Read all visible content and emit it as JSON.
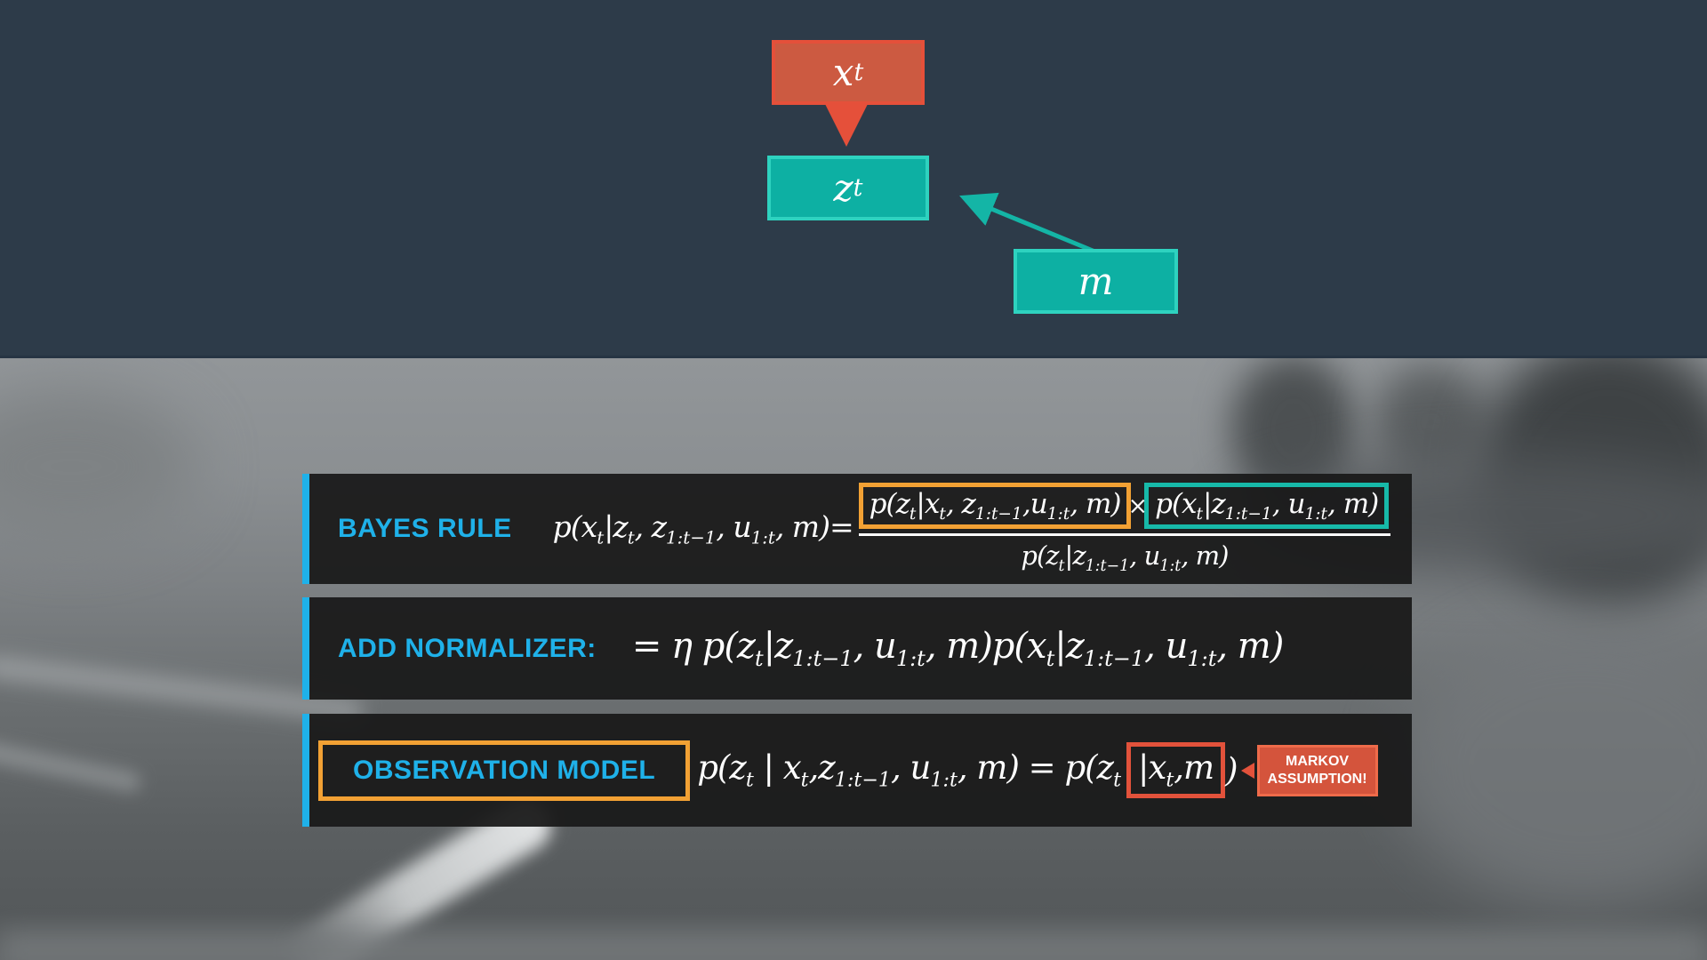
{
  "diagram": {
    "node_state": "x_t",
    "node_observation": "z_t",
    "node_map": "m",
    "node_state_color": "#CC5A41",
    "node_teal_color": "#0DB0A3",
    "arrow_red_color": "#E5503A",
    "arrow_teal_color": "#14B5A6"
  },
  "bayes_rule": {
    "label": "BAYES RULE",
    "lhs": "p(x_t|z_t, z_{1:t−1}, u_{1:t}, m)=",
    "numerator_left": "p(z_t|x_t, z_{1:t−1},u_{1:t}, m)",
    "times_symbol": "×",
    "numerator_right": "p(x_t|z_{1:t−1}, u_{1:t}, m)",
    "denominator": "p(z_t|z_{1:t−1}, u_{1:t}, m)"
  },
  "add_normalizer": {
    "label": "ADD NORMALIZER:",
    "formula": "= η p(z_t|z_{1:t−1}, u_{1:t}, m)p(x_t|z_{1:t−1}, u_{1:t}, m)"
  },
  "observation_model": {
    "label": "OBSERVATION MODEL",
    "formula_lead": "p(z_t | x_t,z_{1:t−1}, u_{1:t}, m) = p(z_t",
    "markov_term": "|x_t,m",
    "formula_close": ")",
    "badge_line1": "MARKOV",
    "badge_line2": "ASSUMPTION!"
  },
  "colors": {
    "accent_cyan": "#1FB1E9",
    "accent_orange": "#F2A134",
    "accent_teal": "#17B9A9",
    "accent_red": "#E2523B",
    "bar_background": "#1A1A1A",
    "top_band_background": "#2D3B49"
  }
}
